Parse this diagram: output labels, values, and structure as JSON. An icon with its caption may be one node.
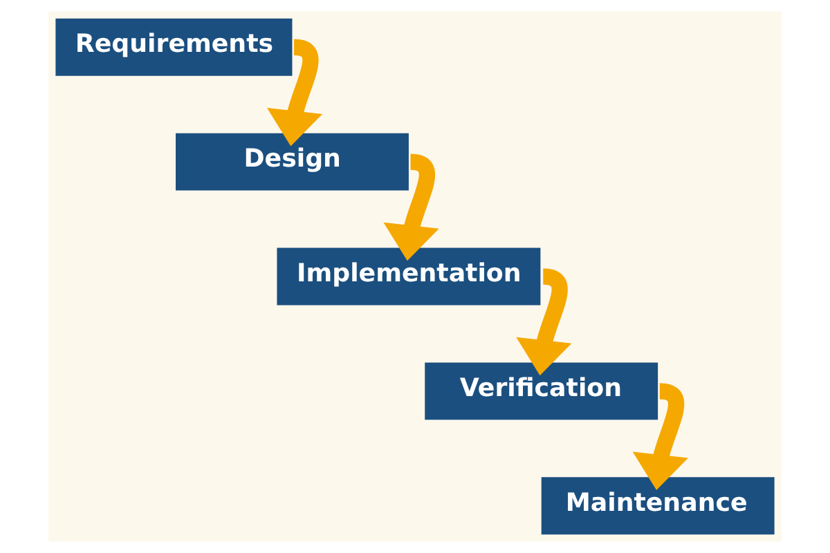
{
  "diagram": {
    "nodes": [
      {
        "text": [
          "Requirements"
        ]
      },
      {
        "text": [
          "Design"
        ]
      },
      {
        "text": [
          "Implementation"
        ]
      },
      {
        "text": [
          "Verification"
        ]
      },
      {
        "text": [
          "Maintenance"
        ]
      }
    ],
    "edges": [
      {
        "from": 0,
        "to": 1,
        "arrow": "to"
      },
      {
        "from": 1,
        "to": 2,
        "arrow": "to"
      },
      {
        "from": 2,
        "to": 3,
        "arrow": "to"
      },
      {
        "from": 3,
        "to": 4,
        "arrow": "to"
      }
    ]
  }
}
